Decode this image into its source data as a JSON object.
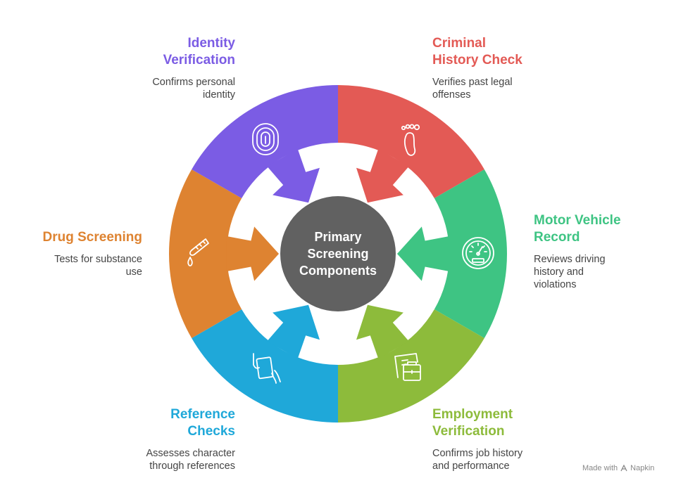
{
  "center": {
    "lines": [
      "Primary",
      "Screening",
      "Components"
    ],
    "color": "#616161"
  },
  "segments": [
    {
      "id": "criminal",
      "title_lines": [
        "Criminal",
        "History Check"
      ],
      "desc_lines": [
        "Verifies past legal",
        "offenses"
      ],
      "color": "#E35A55",
      "icon": "footprint-icon"
    },
    {
      "id": "motor",
      "title_lines": [
        "Motor Vehicle",
        "Record"
      ],
      "desc_lines": [
        "Reviews driving",
        "history and",
        "violations"
      ],
      "color": "#3EC483",
      "icon": "speedometer-icon"
    },
    {
      "id": "employment",
      "title_lines": [
        "Employment",
        "Verification"
      ],
      "desc_lines": [
        "Confirms job history",
        "and performance"
      ],
      "color": "#8DBB3B",
      "icon": "briefcase-documents-icon"
    },
    {
      "id": "reference",
      "title_lines": [
        "Reference",
        "Checks"
      ],
      "desc_lines": [
        "Assesses character",
        "through references"
      ],
      "color": "#1FA8D9",
      "icon": "hand-document-icon"
    },
    {
      "id": "drug",
      "title_lines": [
        "Drug Screening"
      ],
      "desc_lines": [
        "Tests for substance",
        "use"
      ],
      "color": "#DE8331",
      "icon": "test-tube-icon"
    },
    {
      "id": "identity",
      "title_lines": [
        "Identity",
        "Verification"
      ],
      "desc_lines": [
        "Confirms personal",
        "identity"
      ],
      "color": "#7B5CE4",
      "icon": "fingerprint-icon"
    }
  ],
  "watermark": {
    "text": "Made with",
    "brand": "Napkin"
  }
}
